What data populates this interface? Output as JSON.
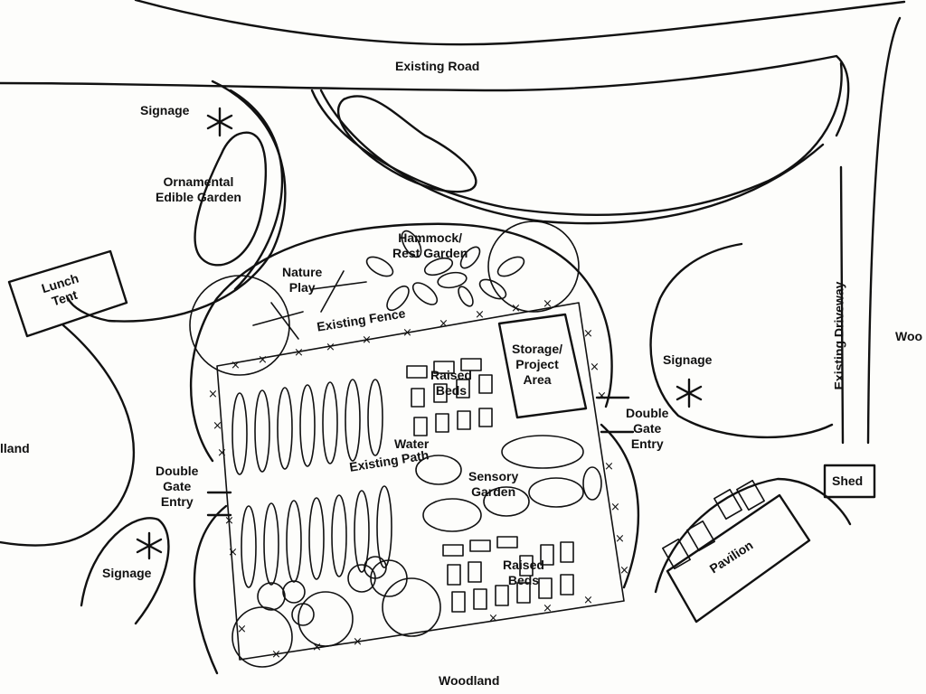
{
  "labels": {
    "existing_road": "Existing Road",
    "signage_nw": "Signage",
    "ornamental_garden": "Ornamental\nEdible Garden",
    "hammock_garden": "Hammock/\nRest Garden",
    "nature_play": "Nature\nPlay",
    "lunch_tent": "Lunch\nTent",
    "existing_fence": "Existing Fence",
    "storage_area": "Storage/\nProject\nArea",
    "raised_beds_top": "Raised\nBeds",
    "existing_driveway": "Existing Driveway",
    "signage_e": "Signage",
    "woodland_e": "Woo",
    "woodland_w": "lland",
    "double_gate_east": "Double\nGate\nEntry",
    "water": "Water",
    "existing_path": "Existing Path",
    "sensory_garden": "Sensory\nGarden",
    "double_gate_west": "Double\nGate\nEntry",
    "shed": "Shed",
    "signage_sw": "Signage",
    "raised_beds_bottom": "Raised\nBeds",
    "pavilion": "Pavilion",
    "woodland_s": "Woodland"
  }
}
